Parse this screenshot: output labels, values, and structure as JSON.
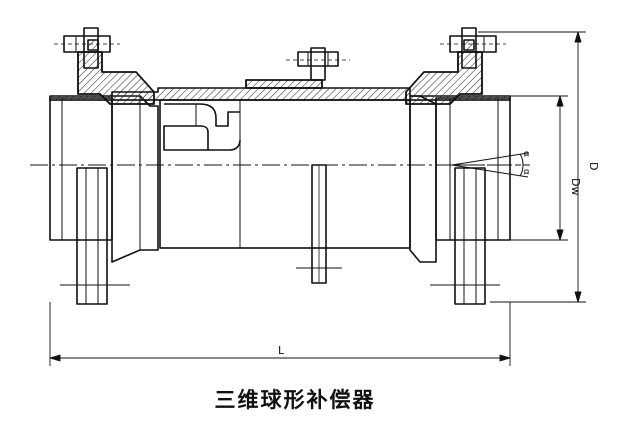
{
  "caption": "三维球形补偿器",
  "dimensions": {
    "length": "L",
    "outer_diameter": "D",
    "pipe_diameter": "Dw",
    "angle_left": "α",
    "angle_right": "α"
  },
  "colors": {
    "line": "#111111",
    "hatch": "#333333"
  }
}
